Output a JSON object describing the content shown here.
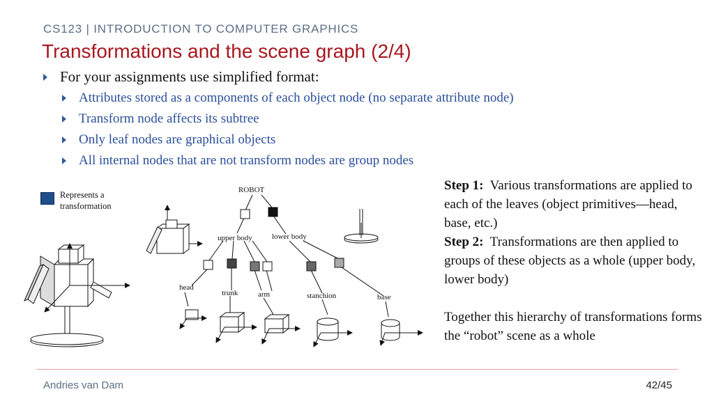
{
  "header": {
    "course": "CS123 | INTRODUCTION TO COMPUTER GRAPHICS",
    "title": "Transformations and the scene graph (2/4)"
  },
  "bullets": {
    "main": "For your assignments use simplified format:",
    "sub": [
      "Attributes stored as a components of each object node (no separate attribute node)",
      "Transform node affects its subtree",
      "Only leaf nodes are graphical objects",
      "All internal nodes that are not transform nodes are group nodes"
    ]
  },
  "legend": {
    "text": "Represents a transformation"
  },
  "diagram": {
    "root": "ROBOT",
    "upper_body": "upper body",
    "lower_body": "lower body",
    "head": "head",
    "trunk": "trunk",
    "arm": "arm",
    "stanchion": "stanchion",
    "base": "base"
  },
  "steps": {
    "step1_label": "Step 1:",
    "step1_text": "Various transformations are applied to each of the leaves (object primitives—head, base, etc.)",
    "step2_label": "Step 2:",
    "step2_text": "Transformations are then applied to groups of these objects as a whole (upper body, lower body)",
    "summary": "Together this hierarchy of transformations forms the “robot” scene as a whole"
  },
  "footer": {
    "author": "Andries van Dam",
    "page": "42/45"
  },
  "colors": {
    "accent_red": "#a8171f",
    "footer_gray": "#5b6f86",
    "sub_blue": "#2a4f9a",
    "transform_dark": "#1f4e8c"
  }
}
